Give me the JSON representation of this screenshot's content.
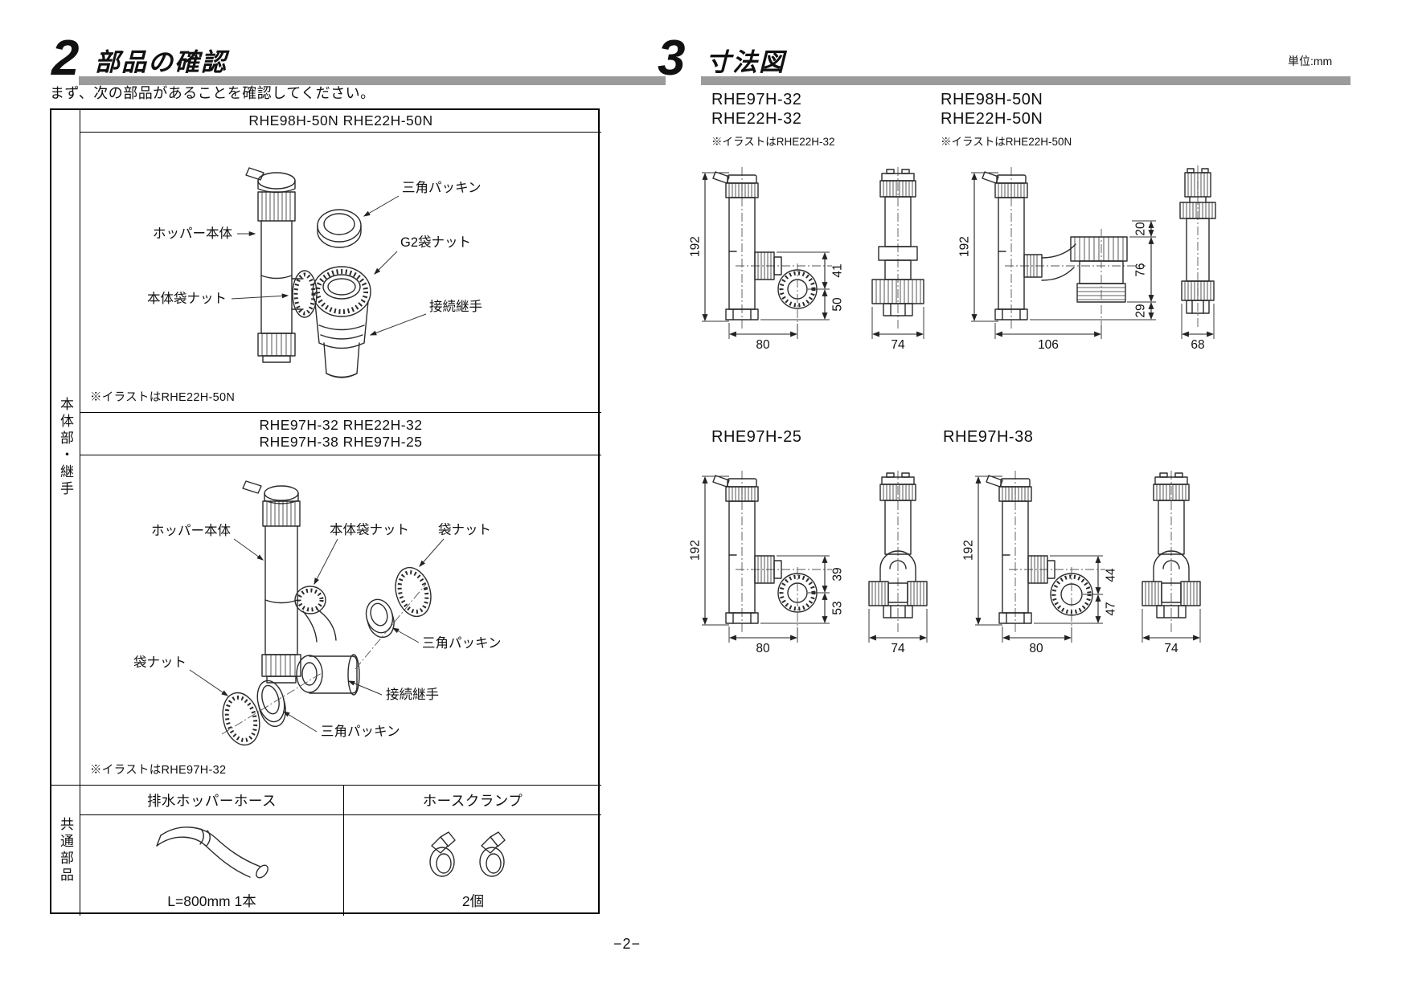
{
  "page": {
    "number": "−2−"
  },
  "section2": {
    "number": "2",
    "title": "部品の確認",
    "intro": "まず、次の部品があることを確認してください。",
    "group1_label": "本体部・継手",
    "group2_label": "共通部品",
    "block1": {
      "header": "RHE98H-50N RHE22H-50N",
      "labels": {
        "hopper": "ホッパー本体",
        "body_nut": "本体袋ナット",
        "packing": "三角パッキン",
        "g2_nut": "G2袋ナット",
        "joint": "接続継手"
      },
      "note": "※イラストはRHE22H-50N"
    },
    "block2": {
      "header_line1": "RHE97H-32 RHE22H-32",
      "header_line2": "RHE97H-38 RHE97H-25",
      "labels": {
        "hopper": "ホッパー本体",
        "body_nut": "本体袋ナット",
        "nut_top": "袋ナット",
        "nut_bottom": "袋ナット",
        "packing_right": "三角パッキン",
        "packing_bottom": "三角パッキン",
        "joint": "接続継手"
      },
      "note": "※イラストはRHE97H-32"
    },
    "block3": {
      "hose_header": "排水ホッパーホース",
      "clamp_header": "ホースクランプ",
      "hose_caption": "L=800mm 1本",
      "clamp_caption": "2個"
    }
  },
  "section3": {
    "number": "3",
    "title": "寸法図",
    "unit": "単位:mm",
    "diagrams": [
      {
        "title1": "RHE97H-32",
        "title2": "RHE22H-32",
        "note": "※イラストはRHE22H-32",
        "height": "192",
        "width": "80",
        "front_width": "74",
        "dim_a": "41",
        "dim_b": "50"
      },
      {
        "title1": "RHE98H-50N",
        "title2": "RHE22H-50N",
        "note": "※イラストはRHE22H-50N",
        "height": "192",
        "width": "106",
        "front_width": "68",
        "dim_a": "20",
        "dim_b": "76",
        "dim_c": "29"
      },
      {
        "title1": "RHE97H-25",
        "height": "192",
        "width": "80",
        "front_width": "74",
        "dim_a": "39",
        "dim_b": "53"
      },
      {
        "title1": "RHE97H-38",
        "height": "192",
        "width": "80",
        "front_width": "74",
        "dim_a": "44",
        "dim_b": "47"
      }
    ]
  }
}
